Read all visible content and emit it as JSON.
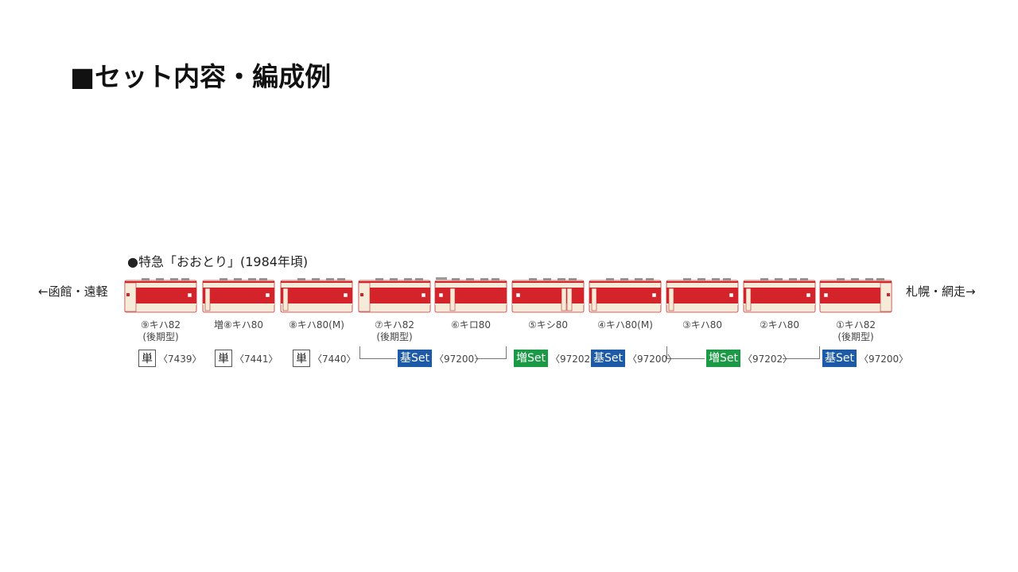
{
  "heading": "■セット内容・編成例",
  "subtitle": "●特急「おおとり」(1984年頃)",
  "direction_left": "←函館・遠軽",
  "direction_right": "札幌・網走→",
  "colors": {
    "cream": "#f6ead8",
    "red": "#d4232b",
    "base_badge": "#1d5aa8",
    "add_badge": "#1a9a45"
  },
  "cars": [
    {
      "label1": "⑨キハ82",
      "label2": "(後期型)",
      "type": "cab-left"
    },
    {
      "label1": "増⑧キハ80",
      "label2": "",
      "type": "mid"
    },
    {
      "label1": "⑧キハ80(M)",
      "label2": "",
      "type": "mid"
    },
    {
      "label1": "⑦キハ82",
      "label2": "(後期型)",
      "type": "cab-left"
    },
    {
      "label1": "⑥キロ80",
      "label2": "",
      "type": "green"
    },
    {
      "label1": "⑤キシ80",
      "label2": "",
      "type": "diner"
    },
    {
      "label1": "④キハ80(M)",
      "label2": "",
      "type": "mid"
    },
    {
      "label1": "③キハ80",
      "label2": "",
      "type": "mid"
    },
    {
      "label1": "②キハ80",
      "label2": "",
      "type": "mid"
    },
    {
      "label1": "①キハ82",
      "label2": "(後期型)",
      "type": "cab-right"
    }
  ],
  "tags": [
    {
      "badge": "単",
      "kind": "single",
      "number": "〈7439〉"
    },
    {
      "badge": "単",
      "kind": "single",
      "number": "〈7441〉"
    },
    {
      "badge": "単",
      "kind": "single",
      "number": "〈7440〉"
    },
    {
      "badge": "基Set",
      "kind": "base",
      "number": "〈97200〉"
    },
    {
      "badge": "増Set",
      "kind": "add",
      "number": "〈97202〉"
    },
    {
      "badge": "基Set",
      "kind": "base",
      "number": "〈97200〉"
    },
    {
      "badge": "増Set",
      "kind": "add",
      "number": "〈97202〉"
    },
    {
      "badge": "基Set",
      "kind": "base",
      "number": "〈97200〉"
    }
  ]
}
